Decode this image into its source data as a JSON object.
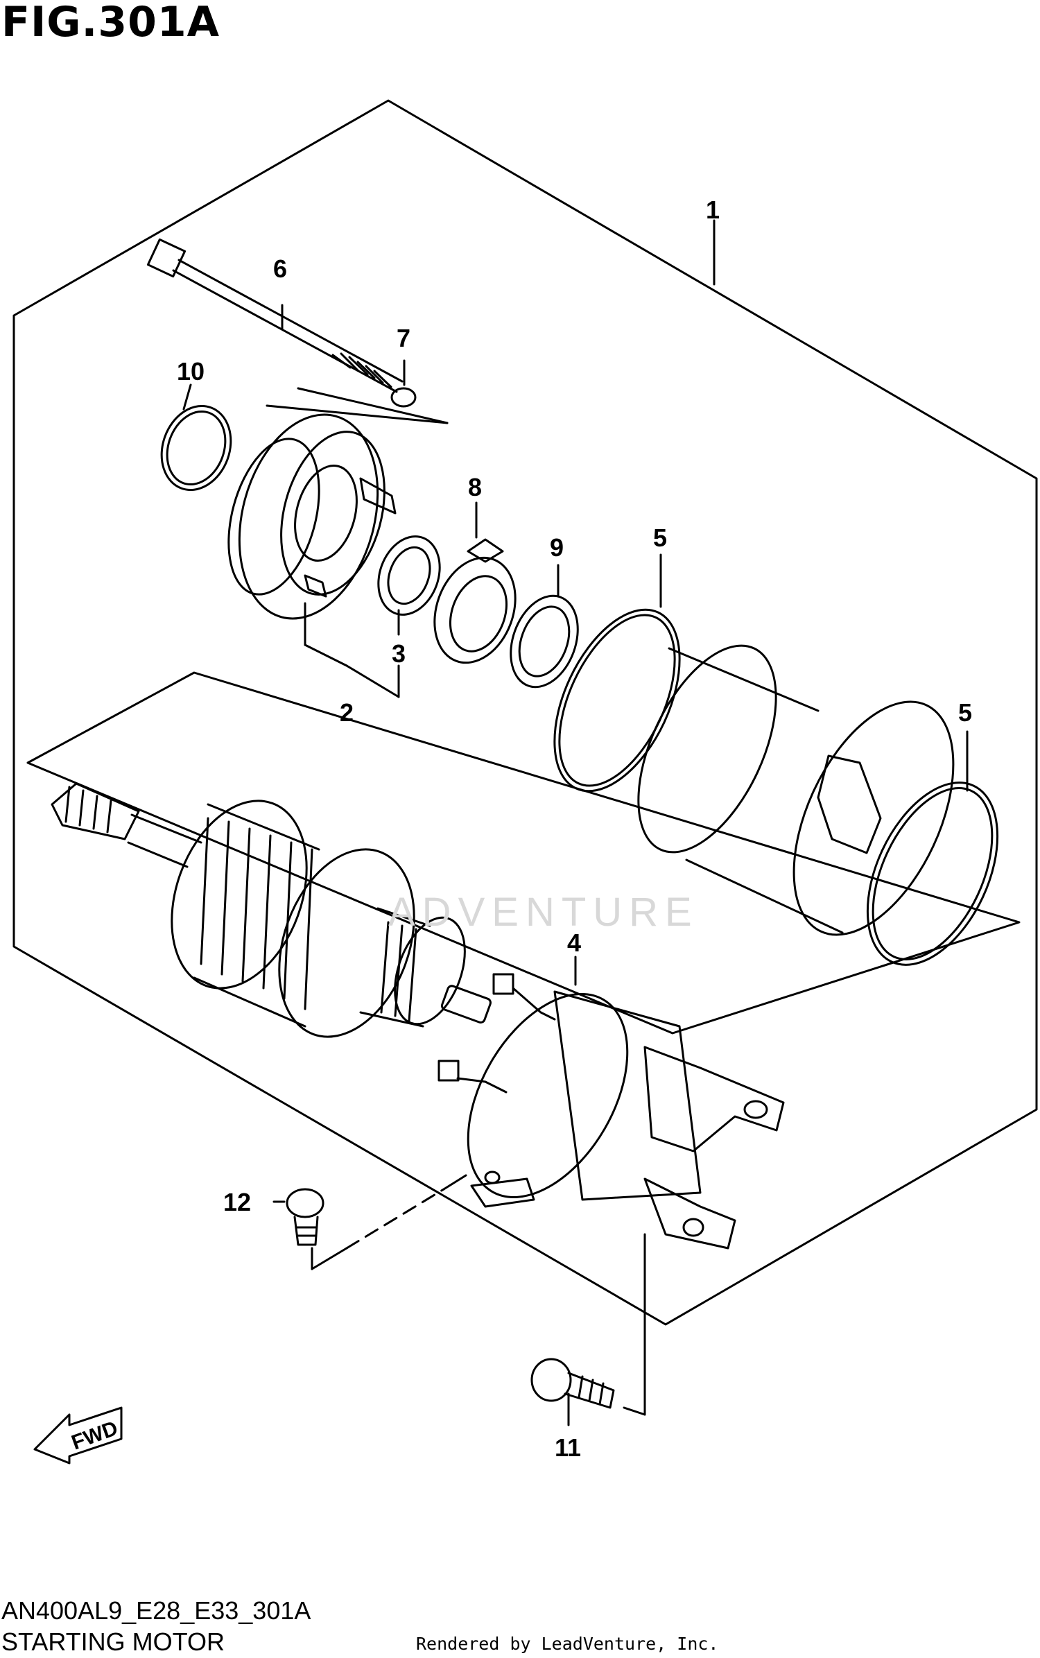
{
  "header": {
    "figure_title": "FIG.301A"
  },
  "watermark": {
    "text": "ADVENTURE"
  },
  "callouts": {
    "c1": "1",
    "c2": "2",
    "c3": "3",
    "c4": "4",
    "c5a": "5",
    "c5b": "5",
    "c6": "6",
    "c7": "7",
    "c8": "8",
    "c9": "9",
    "c10": "10",
    "c11": "11",
    "c12": "12"
  },
  "fwd_badge": {
    "label": "FWD"
  },
  "footer": {
    "diagram_code": "AN400AL9_E28_E33_301A",
    "section_name": "STARTING MOTOR",
    "rendered_by": "Rendered by LeadVenture, Inc."
  }
}
